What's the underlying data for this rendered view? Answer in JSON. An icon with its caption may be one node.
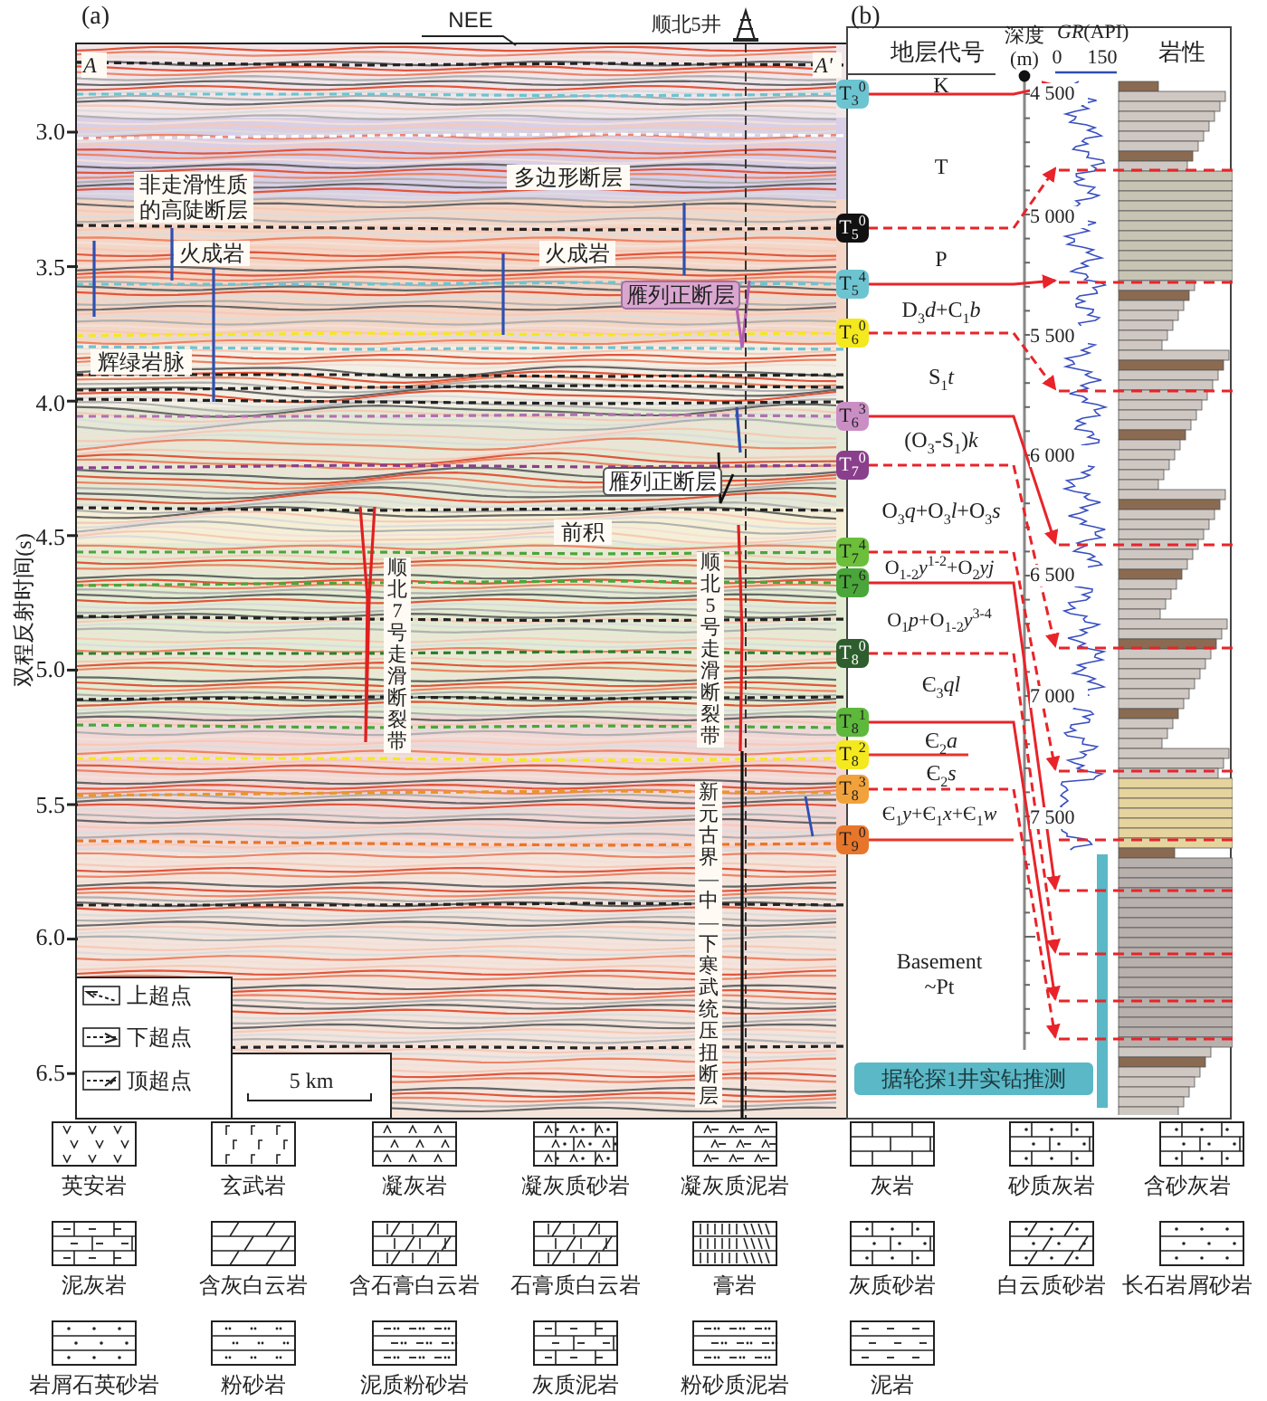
{
  "diagram": {
    "nodes": [
      {
        "text": [
          "雁列正断层"
        ]
      },
      {
        "text": [
          "雁列正断层"
        ]
      },
      {
        "text": [
          "T$_{3}$$^{0}$"
        ]
      },
      {
        "text": [
          "T$_{5}$$^{0}$"
        ]
      },
      {
        "text": [
          "T$_{5}$$^{4}$"
        ]
      },
      {
        "text": [
          "T$_{6}$$^{0}$"
        ]
      },
      {
        "text": [
          "T$_{6}$$^{3}$"
        ]
      },
      {
        "text": [
          "T$_{7}$$^{0}$"
        ]
      },
      {
        "text": [
          "T$_{7}$$^{4}$"
        ]
      },
      {
        "text": [
          "T$_{7}$$^{6}$"
        ]
      },
      {
        "text": [
          "T$_{8}$$^{0}$"
        ]
      },
      {
        "text": [
          "T$_{8}$$^{1}$"
        ]
      },
      {
        "text": [
          "T$_{8}$$^{2}$"
        ]
      },
      {
        "text": [
          "T$_{8}$$^{3}$"
        ]
      },
      {
        "text": [
          "T$_{9}$$^{0}$"
        ]
      },
      {
        "text": [
          "据轮探1井实钻推测"
        ]
      },
      {
        "text": [],
        "shape": "picture"
      }
    ],
    "edges": [
      {
        "from": 2,
        "to": 16,
        "arrow": "to"
      },
      {
        "from": 3,
        "to": 16,
        "arrow": "to",
        "style": "dashed"
      },
      {
        "from": 4,
        "to": 16,
        "arrow": "to"
      },
      {
        "from": 5,
        "to": 16,
        "arrow": "to",
        "style": "dashed"
      },
      {
        "from": 6,
        "to": 16,
        "arrow": "to"
      },
      {
        "from": 7,
        "to": 16,
        "arrow": "to",
        "style": "dashed"
      },
      {
        "from": 8,
        "to": 16,
        "arrow": "to",
        "style": "dashed"
      },
      {
        "from": 9,
        "to": 16,
        "arrow": "to"
      },
      {
        "from": 10,
        "to": 16,
        "arrow": "to",
        "style": "dashed"
      },
      {
        "from": 11,
        "to": 16,
        "arrow": "to"
      },
      {
        "from": 13,
        "to": 16,
        "arrow": "to",
        "style": "dashed"
      }
    ],
    "labels": [
      "(a)",
      "NEE",
      "顺北5井",
      "(b)",
      "地层代号",
      "深度 (m)",
      "*GR*(API)",
      "0",
      "150",
      "岩性",
      "A",
      "A'",
      "K",
      "4 500",
      "3.0",
      "多边形断层",
      "T",
      "非走滑性质的高陡断层",
      "5 000",
      "火成岩",
      "火成岩",
      "P",
      "3.5",
      "D$_{3}$*d*+C$_{1}$*b*",
      "5 500",
      "辉绿岩脉",
      "S$_{1}$*t*",
      "4.0",
      "(O$_{3}$-S$_{1}$)*k*",
      "6 000",
      "O$_{3}$*q*+O$_{3}$*l*+O$_{3}$*s*",
      "4.5",
      "前积",
      "顺北7号走滑断裂带",
      "顺北5号走滑断裂带",
      "O$_{1-2}$*y*$^{1-2}$+O$_{2}$*yj*",
      "6 500",
      "O$_{1}$*p*+O$_{1-2}$*y*$^{3-4}$",
      "5.0",
      "Є$_{3}$*ql*",
      "7 000",
      "Є$_{2}$*a*",
      "Є$_{2}$*s*",
      "5.5",
      "Є$_{1}$*y*+Є$_{1}$*x*+Є$_{1}$*w*",
      "7 500",
      "新元古界—中—下寒武统压扭断层",
      "Basement ~Pt",
      "6.0",
      "双程反射时间(s)",
      "6.5",
      "5 km"
    ],
    "legend": [
      {
        "text": "上超点"
      },
      {
        "text": "下超点"
      },
      {
        "text": "顶超点"
      },
      {
        "text": "英安岩"
      },
      {
        "text": "玄武岩"
      },
      {
        "text": "凝灰岩"
      },
      {
        "text": "凝灰质砂岩"
      },
      {
        "text": "凝灰质泥岩"
      },
      {
        "text": "灰岩"
      },
      {
        "text": "砂质灰岩"
      },
      {
        "text": "含砂灰岩"
      },
      {
        "text": "泥灰岩"
      },
      {
        "text": "含灰白云岩"
      },
      {
        "text": "含石膏白云岩"
      },
      {
        "text": "石膏质白云岩"
      },
      {
        "text": "膏岩"
      },
      {
        "text": "灰质砂岩"
      },
      {
        "text": "白云质砂岩"
      },
      {
        "text": "长石岩屑砂岩"
      },
      {
        "text": "岩屑石英砂岩"
      },
      {
        "text": "粉砂岩"
      },
      {
        "text": "泥质粉砂岩"
      },
      {
        "text": "灰质泥岩"
      },
      {
        "text": "粉砂质泥岩"
      },
      {
        "text": "泥岩"
      }
    ]
  }
}
